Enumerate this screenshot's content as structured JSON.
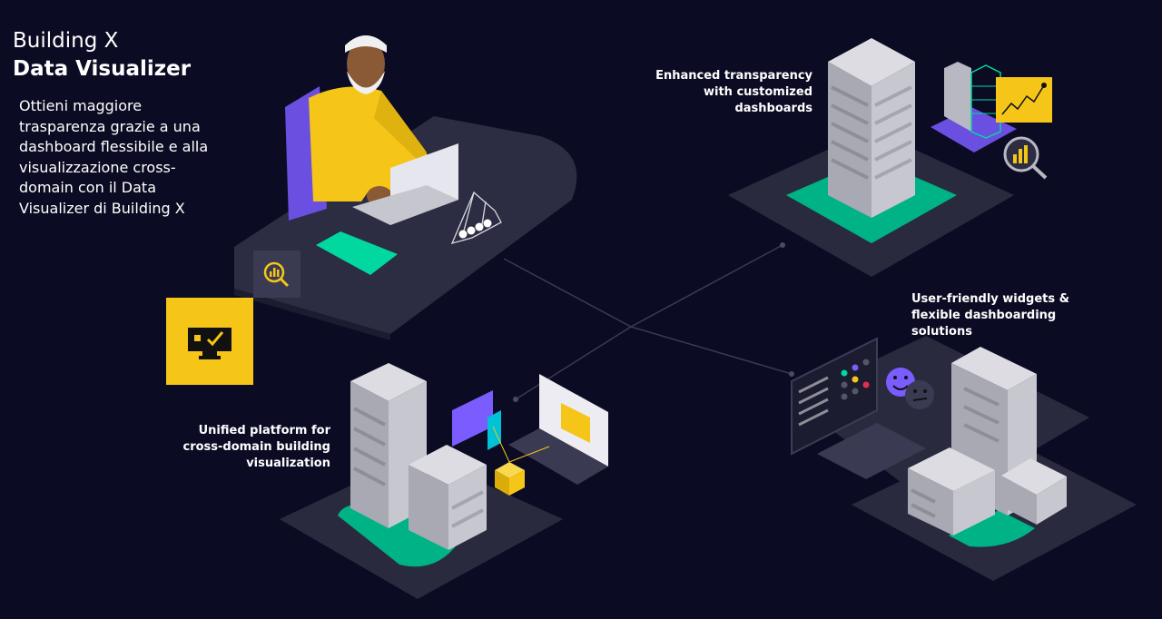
{
  "hero": {
    "title_line1": "Building X",
    "title_line2": "Data Visualizer",
    "description": "Ottieni maggiore trasparenza grazie a una dashboard flessibile e alla visualizzazione cross-domain con il Data Visualizer di Building X"
  },
  "features": [
    {
      "lines": [
        "Enhanced transparency",
        "with customized",
        "dashboards"
      ]
    },
    {
      "lines": [
        "User-friendly widgets &",
        "flexible dashboarding",
        "solutions"
      ]
    },
    {
      "lines": [
        "Unified platform for",
        "cross-domain building",
        "visualization"
      ]
    }
  ],
  "colors": {
    "background": "#0b0b23",
    "accent_yellow": "#f5c518",
    "accent_green": "#00d8a0",
    "accent_purple": "#7b5cff",
    "platform": "#2a2a3f",
    "building_light": "#c7c7cf",
    "building_mid": "#a9a9b3",
    "building_dark": "#86868f"
  },
  "icons": [
    "monitor-check-icon",
    "chart-search-icon",
    "magnifier-chart-icon",
    "smiley-happy-icon",
    "smiley-neutral-icon"
  ]
}
